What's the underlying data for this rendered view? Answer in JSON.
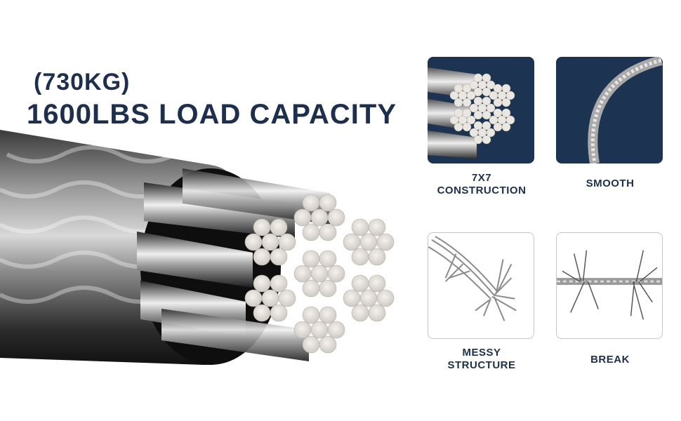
{
  "headline": {
    "subtitle": "(730KG)",
    "title": "1600LBS LOAD CAPACITY"
  },
  "features": [
    {
      "line1": "7X7",
      "line2": "CONSTRUCTION"
    },
    {
      "line1": "SMOOTH",
      "line2": ""
    },
    {
      "line1": "MESSY",
      "line2": "STRUCTURE"
    },
    {
      "line1": "BREAK",
      "line2": ""
    }
  ],
  "colors": {
    "navy": "#1d2f4c",
    "tile_dark": "#1c3352",
    "tile_border": "#c7c7c7"
  }
}
